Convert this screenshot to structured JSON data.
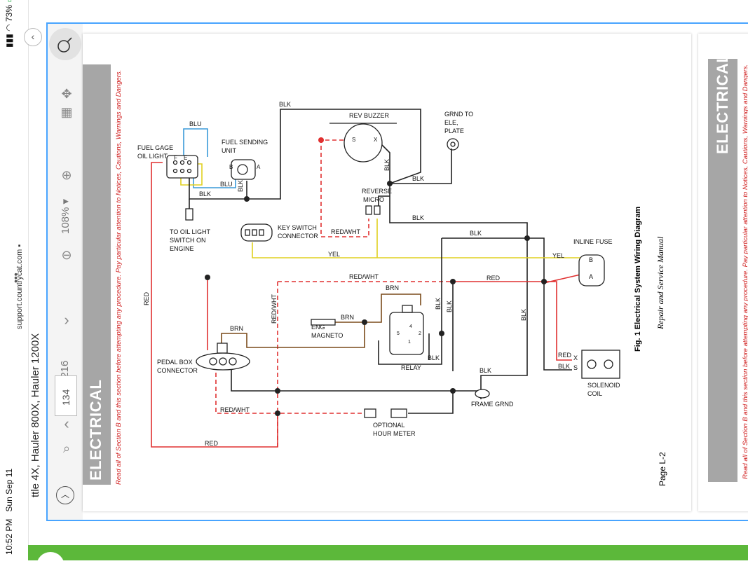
{
  "status_bar": {
    "time": "10:52 PM",
    "date": "Sun Sep 11",
    "battery": "73%",
    "url": "support.countrycat.com"
  },
  "viewer": {
    "doc_title": "ttle 4X, Hauler 800X, Hauler 1200X",
    "current_page": "134",
    "total_pages": "/ 216",
    "zoom": "108%"
  },
  "page": {
    "section_label": "ELECTRICAL",
    "warning": "Read all of Section B and this section before attempting any procedure. Pay particular attention to Notices, Cautions, Warnings and Dangers.",
    "figure_caption": "Fig. 1  Electrical System Wiring Diagram",
    "manual_name": "Repair and Service Manual",
    "page_number": "Page L-2"
  },
  "next_page": {
    "section_label": "ELECTRICAL",
    "warning": "Read all of Section B and this section before attempting any procedure. Pay particular attention to Notices, Cautions, Warnings and Dangers."
  },
  "diagram": {
    "components": {
      "fuel_gage": "FUEL GAGE",
      "oil_light": "OIL LIGHT",
      "fuel_sending": "FUEL SENDING",
      "unit": "UNIT",
      "rev_buzzer": "REV BUZZER",
      "grnd_to": "GRND TO",
      "ele": "ELE,",
      "plate": "PLATE",
      "reverse": "REVERSE",
      "micro": "MICRO",
      "to_oil_light": "TO OIL LIGHT",
      "switch_on": "SWITCH ON",
      "engine": "ENGINE",
      "key_switch": "KEY SWITCH",
      "connector": "CONNECTOR",
      "inline_fuse": "INLINE FUSE",
      "eng": "ENG",
      "magneto": "MAGNETO",
      "relay": "RELAY",
      "pedal_box": "PEDAL BOX",
      "pedal_connector": "CONNECTOR",
      "solenoid": "SOLENOID",
      "coil": "COIL",
      "frame_grnd": "FRAME GRND",
      "optional": "OPTIONAL",
      "hour_meter": "HOUR METER"
    },
    "pins": {
      "f": "F",
      "e": "E",
      "b": "B",
      "a": "A",
      "s": "S",
      "x": "X",
      "rs": "S",
      "rx": "X",
      "sx": "X",
      "ss": "S",
      "r4": "4",
      "r5": "5",
      "r2": "2",
      "r1": "1",
      "fb": "B",
      "fa": "A"
    },
    "wires": {
      "blk_top": "BLK",
      "blu_top": "BLU",
      "blu_bottom": "BLU",
      "blk_gage": "BLK",
      "blk_sender": "BLK",
      "blk_buzzer_v": "BLK",
      "blk_buzzer_h": "BLK",
      "blk_micro": "BLK",
      "blk_mid": "BLK",
      "red_wht_micro": "RED/WHT",
      "yel_key": "YEL",
      "yel_fuse": "YEL",
      "red_wht_top": "RED/WHT",
      "red_fuse": "RED",
      "red_left": "RED",
      "red_wht_v": "RED/WHT",
      "brn_relay": "BRN",
      "brn_mag": "BRN",
      "brn_pedal": "BRN",
      "blk_relay1": "BLK",
      "blk_relay2": "BLK",
      "blk_relay3": "BLK",
      "blk_long": "BLK",
      "red_sol": "RED",
      "blk_sol": "BLK",
      "blk_frame": "BLK",
      "red_wht_hour": "RED/WHT",
      "red_bottom": "RED"
    }
  }
}
